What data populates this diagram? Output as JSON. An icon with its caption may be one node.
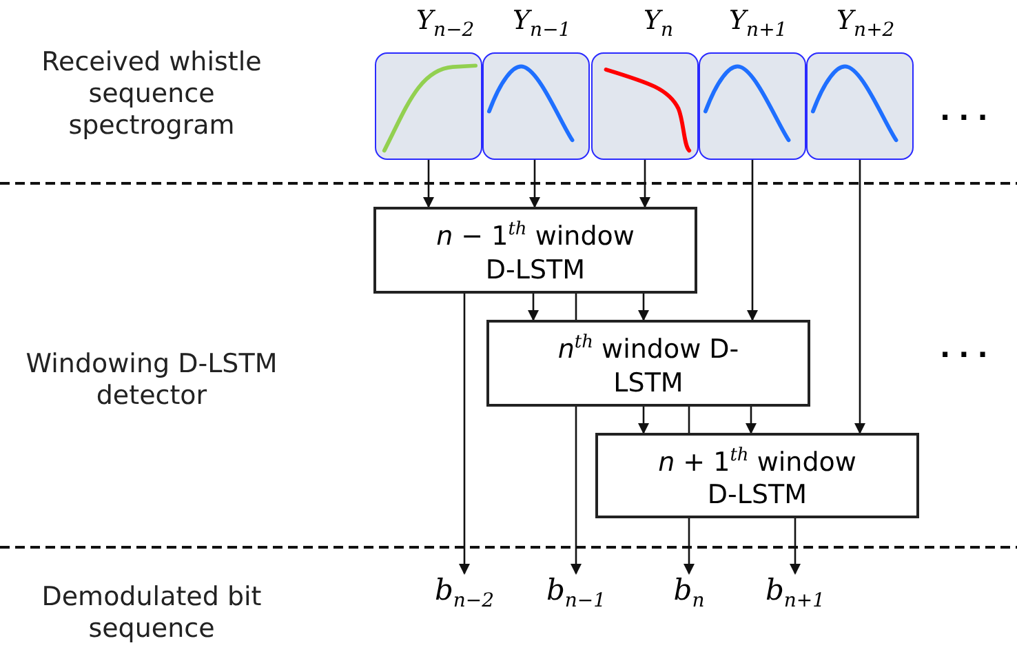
{
  "diagram": {
    "nodes": [
      {
        "text": [
          "Y$_{n−2}$"
        ]
      },
      {
        "text": [
          "Y$_{n−1}$"
        ]
      },
      {
        "text": [
          "Y$_{n}$"
        ]
      },
      {
        "text": [
          "Y$_{n+1}$"
        ]
      },
      {
        "text": [
          "Y$_{n+2}$"
        ]
      },
      {
        "text": [
          "*n* − 1$^{th}$ window D-LSTM"
        ]
      },
      {
        "text": [
          "*n*$^{th}$ window D-LSTM"
        ]
      },
      {
        "text": [
          "*n* + 1$^{th}$ window D-LSTM"
        ]
      },
      {
        "text": [
          "b$_{n−2}$"
        ]
      },
      {
        "text": [
          "b$_{n−1}$"
        ]
      },
      {
        "text": [
          "b$_{n}$"
        ]
      },
      {
        "text": [
          "b$_{n+1}$"
        ]
      }
    ],
    "edges": [
      {
        "from": 0,
        "to": 5,
        "arrow": "to"
      },
      {
        "from": 1,
        "to": 5,
        "arrow": "to"
      },
      {
        "from": 2,
        "to": 5,
        "arrow": "to"
      },
      {
        "from": 3,
        "to": 6,
        "arrow": "to"
      },
      {
        "from": 4,
        "to": 7,
        "arrow": "to"
      },
      {
        "from": 5,
        "to": 8,
        "arrow": "to"
      },
      {
        "from": 5,
        "to": 6,
        "arrow": "to"
      },
      {
        "from": 5,
        "to": 6,
        "arrow": "none"
      },
      {
        "from": 5,
        "to": 6,
        "arrow": "to"
      },
      {
        "from": 6,
        "to": 9,
        "arrow": "to"
      },
      {
        "from": 6,
        "to": 7,
        "arrow": "to"
      },
      {
        "from": 6,
        "to": 7,
        "arrow": "none"
      },
      {
        "from": 6,
        "to": 7,
        "arrow": "to"
      },
      {
        "from": 7,
        "to": 10,
        "arrow": "to"
      },
      {
        "from": 7,
        "to": 11,
        "arrow": "to"
      }
    ],
    "labels": [
      "Received whistle sequence spectrogram",
      "...",
      "Windowing D-LSTM detector",
      "...",
      "Demodulated bit sequence"
    ]
  }
}
